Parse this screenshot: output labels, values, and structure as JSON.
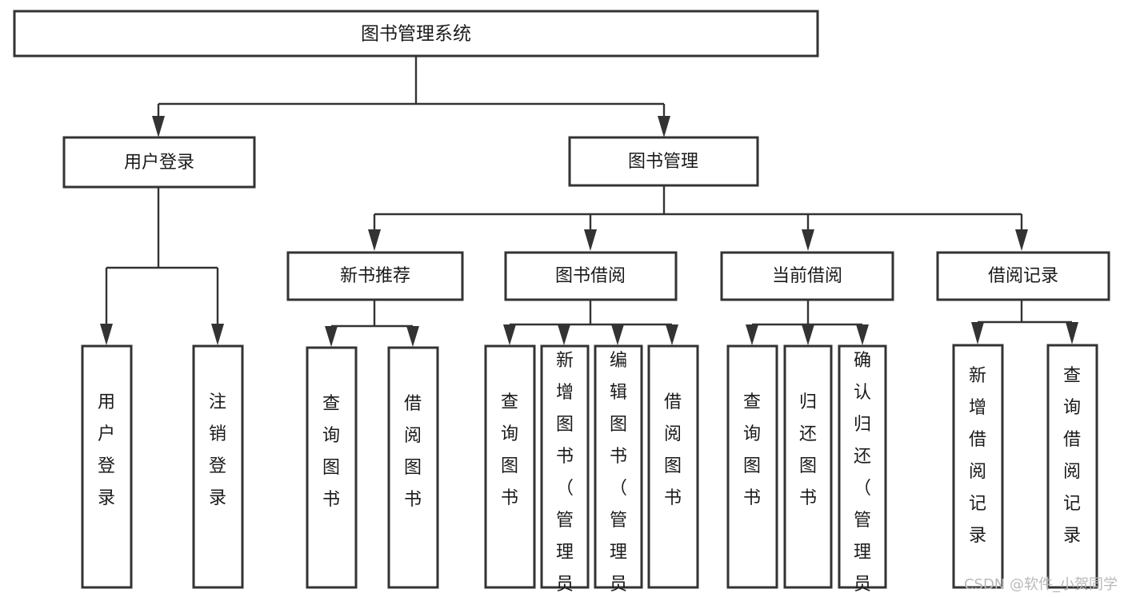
{
  "diagram": {
    "type": "tree-hierarchy",
    "title": "图书管理系统",
    "watermark": "CSDN @软件_小贺同学",
    "colors": {
      "background": "#ffffff",
      "stroke": "#333333",
      "text": "#1a1a1a",
      "watermark": "#b9b9b9"
    },
    "levels": {
      "root": {
        "label": "图书管理系统"
      },
      "level2": [
        {
          "id": "user-login",
          "label": "用户登录"
        },
        {
          "id": "book-management",
          "label": "图书管理"
        }
      ],
      "level3": [
        {
          "id": "new-book-recommend",
          "label": "新书推荐",
          "parent": "book-management"
        },
        {
          "id": "book-borrow",
          "label": "图书借阅",
          "parent": "book-management"
        },
        {
          "id": "current-borrow",
          "label": "当前借阅",
          "parent": "book-management"
        },
        {
          "id": "borrow-record",
          "label": "借阅记录",
          "parent": "book-management"
        }
      ],
      "leaves": [
        {
          "id": "leaf-user-login",
          "label": "用户登录",
          "parent": "user-login"
        },
        {
          "id": "leaf-logout-login",
          "label": "注销登录",
          "parent": "user-login"
        },
        {
          "id": "leaf-query-book-1",
          "label": "查询图书",
          "parent": "new-book-recommend"
        },
        {
          "id": "leaf-borrow-book-1",
          "label": "借阅图书",
          "parent": "new-book-recommend"
        },
        {
          "id": "leaf-query-book-2",
          "label": "查询图书",
          "parent": "book-borrow"
        },
        {
          "id": "leaf-add-book",
          "label": "新增图书（管理员）",
          "parent": "book-borrow"
        },
        {
          "id": "leaf-edit-book",
          "label": "编辑图书（管理员）",
          "parent": "book-borrow"
        },
        {
          "id": "leaf-borrow-book-2",
          "label": "借阅图书",
          "parent": "book-borrow"
        },
        {
          "id": "leaf-query-book-3",
          "label": "查询图书",
          "parent": "current-borrow"
        },
        {
          "id": "leaf-return-book",
          "label": "归还图书",
          "parent": "current-borrow"
        },
        {
          "id": "leaf-confirm-return",
          "label": "确认归还（管理员）",
          "parent": "current-borrow"
        },
        {
          "id": "leaf-add-record",
          "label": "新增借阅记录",
          "parent": "borrow-record"
        },
        {
          "id": "leaf-query-record",
          "label": "查询借阅记录",
          "parent": "borrow-record"
        }
      ]
    }
  }
}
